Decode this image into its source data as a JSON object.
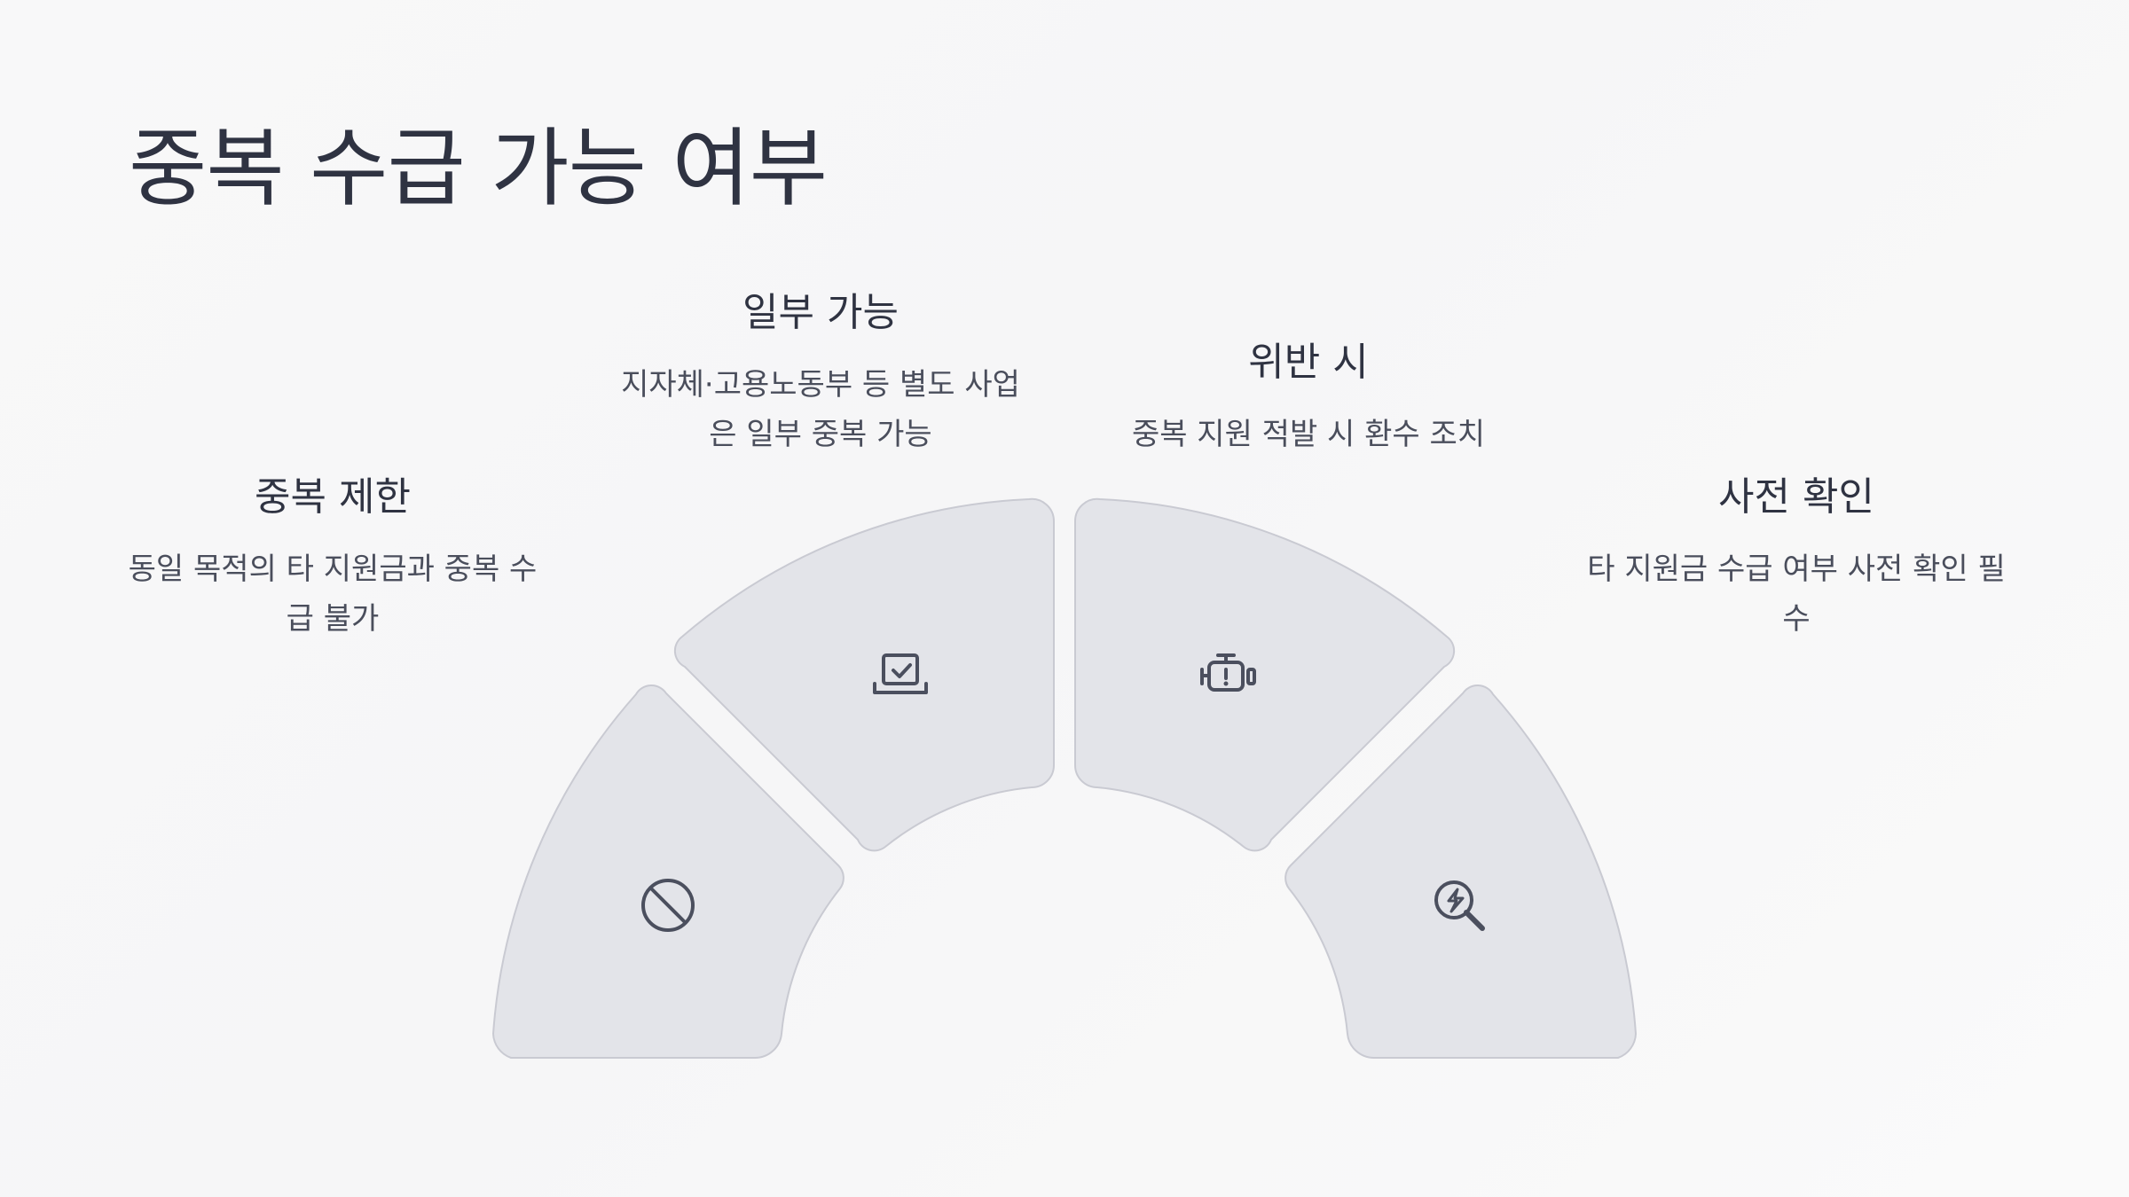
{
  "title": "중복 수급 가능 여부",
  "segments": [
    {
      "heading": "중복 제한",
      "body_lines": [
        "동일 목적의 타 지원금과 중복 수",
        "급 불가"
      ],
      "icon": "prohibited-icon"
    },
    {
      "heading": "일부 가능",
      "body_lines": [
        "지자체·고용노동부 등 별도 사업",
        "은 일부 중복 가능"
      ],
      "icon": "laptop-check-icon"
    },
    {
      "heading": "위반 시",
      "body_lines": [
        "중복 지원 적발 시 환수 조치"
      ],
      "icon": "engine-warning-icon"
    },
    {
      "heading": "사전 확인",
      "body_lines": [
        "타 지원금 수급 여부 사전 확인 필",
        "수"
      ],
      "icon": "search-bolt-icon"
    }
  ],
  "colors": {
    "segment_fill": "#e3e4e9",
    "segment_stroke": "#c9cad2",
    "text_primary": "#2f3342",
    "text_secondary": "#4a4e5c",
    "icon": "#4b4f5e"
  }
}
